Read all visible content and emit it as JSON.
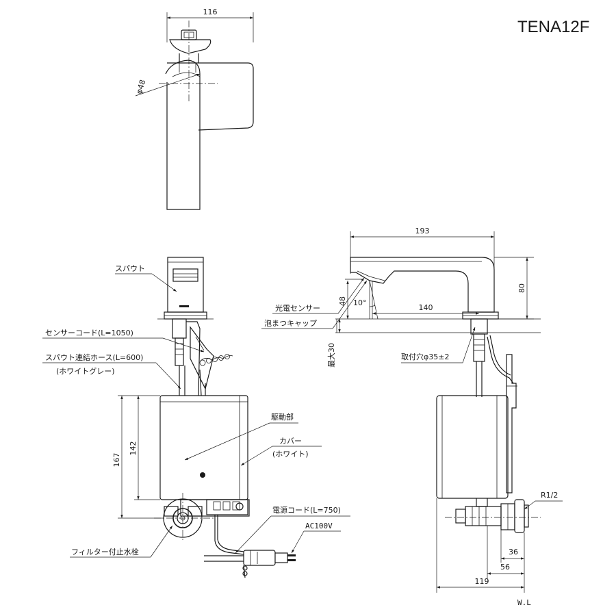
{
  "model": "TENA12F",
  "top_view": {
    "width_dim": "116",
    "dia_label": "φ48"
  },
  "front_view": {
    "labels": {
      "spout": "スパウト",
      "sensor_cord": "センサーコード(L=1050)",
      "hose": "スパウト連結ホース(L=600)",
      "hose_color": "(ホワイトグレー)",
      "drive": "駆動部",
      "cover": "カバー",
      "cover_color": "(ホワイト)",
      "power_cord": "電源コード(L=750)",
      "ac": "AC100V",
      "valve": "フィルター付止水栓"
    },
    "dims": {
      "h167": "167",
      "h142": "142"
    }
  },
  "side_view": {
    "labels": {
      "sensor": "光電センサー",
      "cap": "泡まつキャップ",
      "mount_hole": "取付穴φ35±2",
      "max": "最大30",
      "thread": "R1/2",
      "wl": "W.L"
    },
    "dims": {
      "w193": "193",
      "h80": "80",
      "d140": "140",
      "h48": "48",
      "angle": "10°",
      "d36": "36",
      "d56": "56",
      "d119": "119"
    }
  }
}
